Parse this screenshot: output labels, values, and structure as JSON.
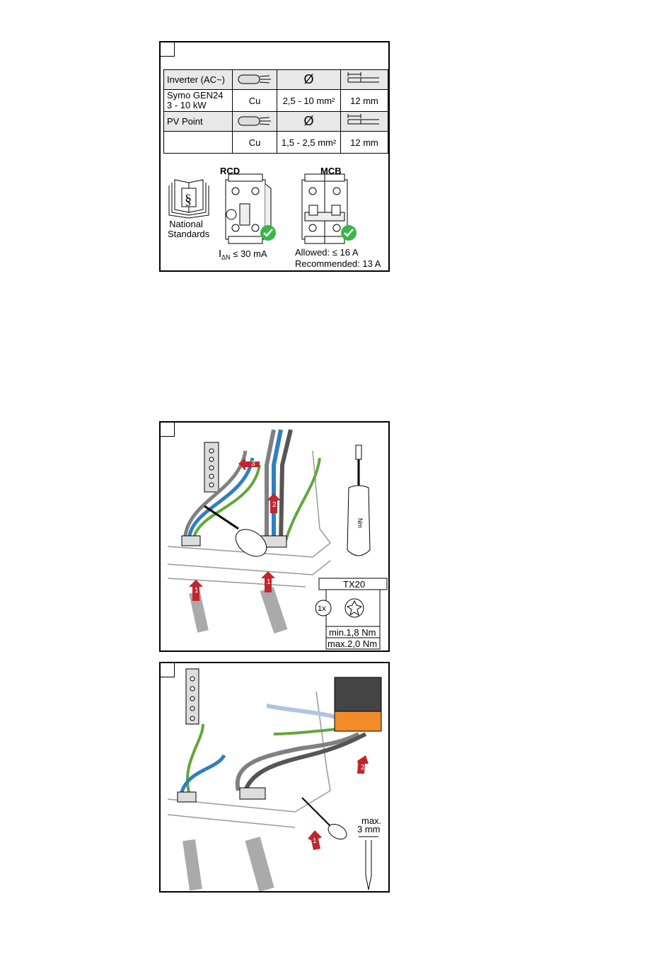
{
  "panel1": {
    "table": {
      "rows": [
        {
          "label": "Inverter (AC~)",
          "col2_icon": "cable-strand-icon",
          "col3": "Ø",
          "col4_icon": "strip-length-icon",
          "header": true
        },
        {
          "label1": "Symo GEN24",
          "label2": "3 - 10 kW",
          "col2": "Cu",
          "col3": "2,5 - 10 mm²",
          "col4": "12 mm"
        },
        {
          "label": "PV Point",
          "col2_icon": "cable-strand-icon",
          "col3": "Ø",
          "col4_icon": "strip-length-icon",
          "header": true
        },
        {
          "label": "",
          "col2": "Cu",
          "col3": "1,5 - 2,5 mm²",
          "col4": "12 mm"
        }
      ]
    },
    "standards_line1": "National",
    "standards_line2": "Standards",
    "rcd_title": "RCD",
    "rcd_value_prefix": "I",
    "rcd_value_sub": "ΔN",
    "rcd_value": "≤ 30 mA",
    "mcb_title": "MCB",
    "mcb_allowed": "Allowed: ≤ 16 A",
    "mcb_recommended": "Recommended: 13 A"
  },
  "panel2": {
    "step1a": "1",
    "step1b": "1",
    "step2": "2",
    "step3": "3",
    "tool_label": "TX20",
    "count": "1x",
    "torque_min": "min.1,8 Nm",
    "torque_max": "max.2,0 Nm",
    "nm_label": "Nm"
  },
  "panel3": {
    "step1": "1",
    "step2": "2",
    "gap_label1": "max.",
    "gap_label2": "3 mm"
  },
  "colors": {
    "blue_wire": "#2f7fc1",
    "gray_wire": "#808080",
    "green_yellow": "#5fa83a",
    "step_red": "#c0272d",
    "check_green": "#39b54a",
    "terminal_orange": "#f28c28"
  }
}
